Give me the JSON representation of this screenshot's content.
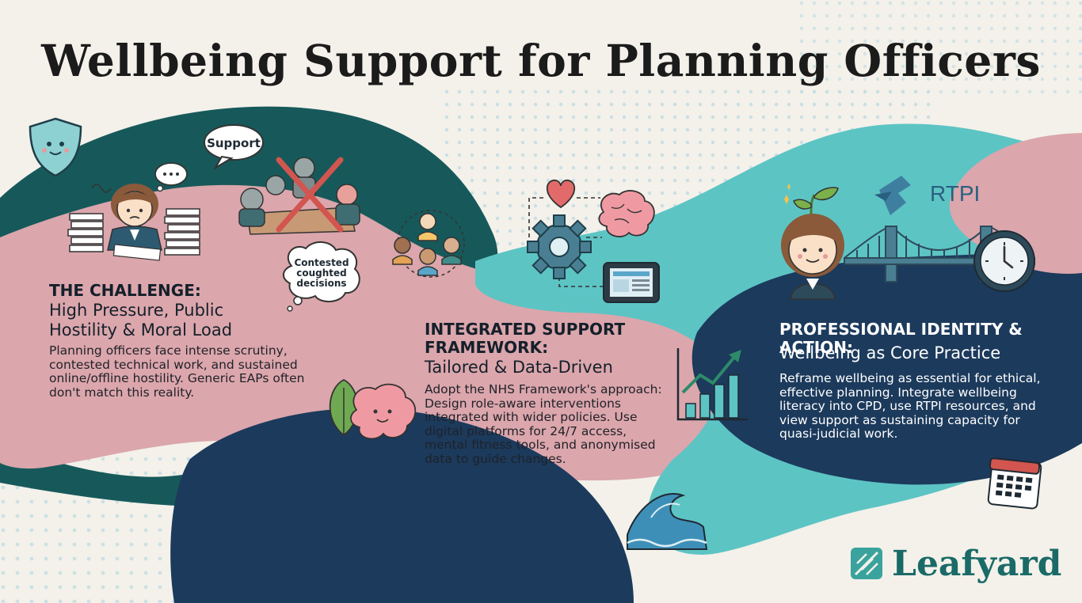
{
  "title": "Wellbeing Support for Planning Officers",
  "bubbles": {
    "support": "Support",
    "contested_line1": "Contested",
    "contested_line2": "coughted",
    "contested_line3": "decisions"
  },
  "challenge": {
    "heading": "THE CHALLENGE:",
    "subheading": "High Pressure, Public Hostility & Moral Load",
    "body": "Planning officers face intense scrutiny, contested technical work, and sustained online/offline hostility. Generic EAPs often don't match this reality."
  },
  "framework": {
    "heading": "INTEGRATED SUPPORT FRAMEWORK:",
    "subheading": "Tailored & Data-Driven",
    "body": "Adopt the NHS Framework's approach: Design role-aware interventions integrated with wider policies. Use digital platforms for 24/7 access, mental fitness tools, and anonymised data to guide changes."
  },
  "identity": {
    "heading": "PROFESSIONAL IDENTITY & ACTION:",
    "subheading": "Wellbeing as Core Practice",
    "body": "Reframe wellbeing as essential for ethical, effective planning. Integrate wellbeing literacy into CPD, use RTPI resources, and view support as sustaining capacity for quasi-judicial work."
  },
  "rtpi_label": "RTPI",
  "brand": "Leafyard",
  "icons": [
    "shield-icon",
    "stressed-officer-icon",
    "thought-bubble-icon",
    "support-bubble-icon",
    "conflict-meeting-icon",
    "contested-bubble-icon",
    "people-network-icon",
    "heart-icon",
    "brain-icon",
    "gear-icon",
    "tablet-icon",
    "sprout-head-officer-icon",
    "bridge-icon",
    "clock-icon",
    "rtpi-logo-icon",
    "growth-chart-icon",
    "leaf-icon",
    "happy-brain-icon",
    "wave-icon",
    "calendar-icon",
    "leafyard-logo-icon"
  ],
  "colors": {
    "background": "#f3f1ea",
    "teal_dark": "#17595a",
    "pink": "#dba6ac",
    "turquoise": "#5dc4c4",
    "navy": "#1c3a5c",
    "brand": "#1a6a67"
  }
}
